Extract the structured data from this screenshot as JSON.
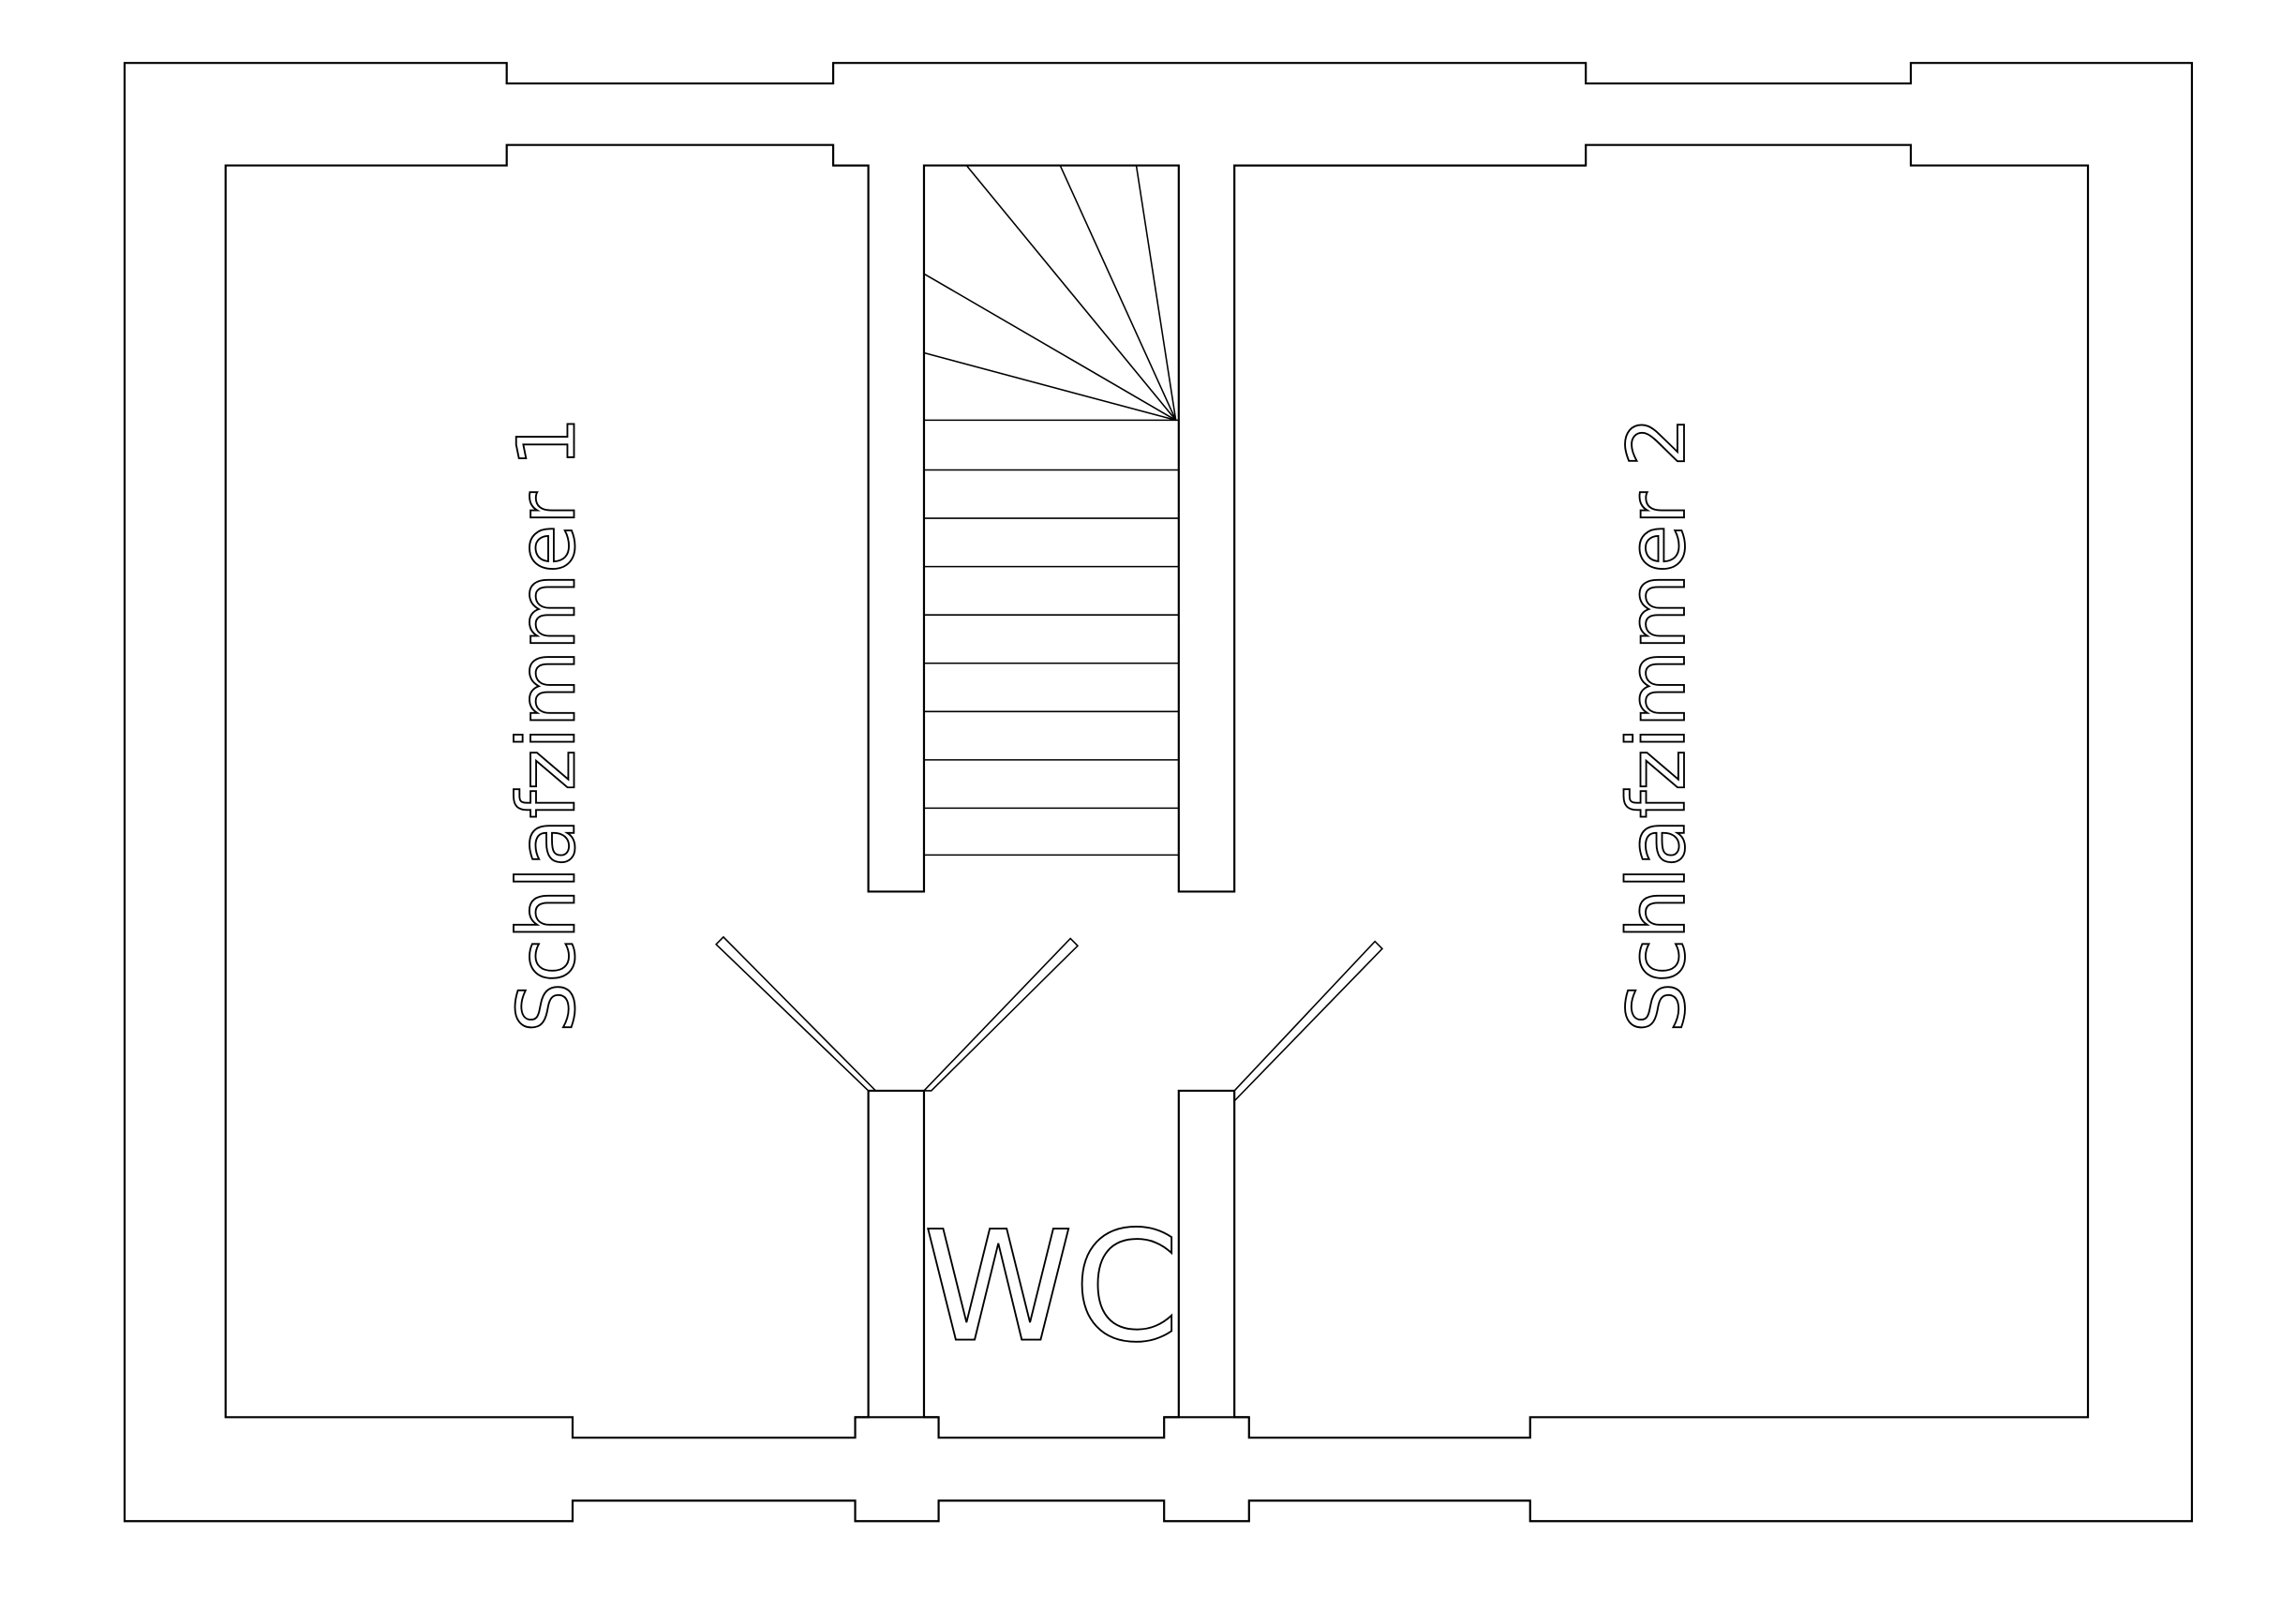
{
  "rooms": {
    "bedroom1": "Schlafzimmer 1",
    "bedroom2": "Schlafzimmer 2",
    "wc": "WC"
  },
  "colors": {
    "line": "#000000",
    "background": "#ffffff"
  }
}
